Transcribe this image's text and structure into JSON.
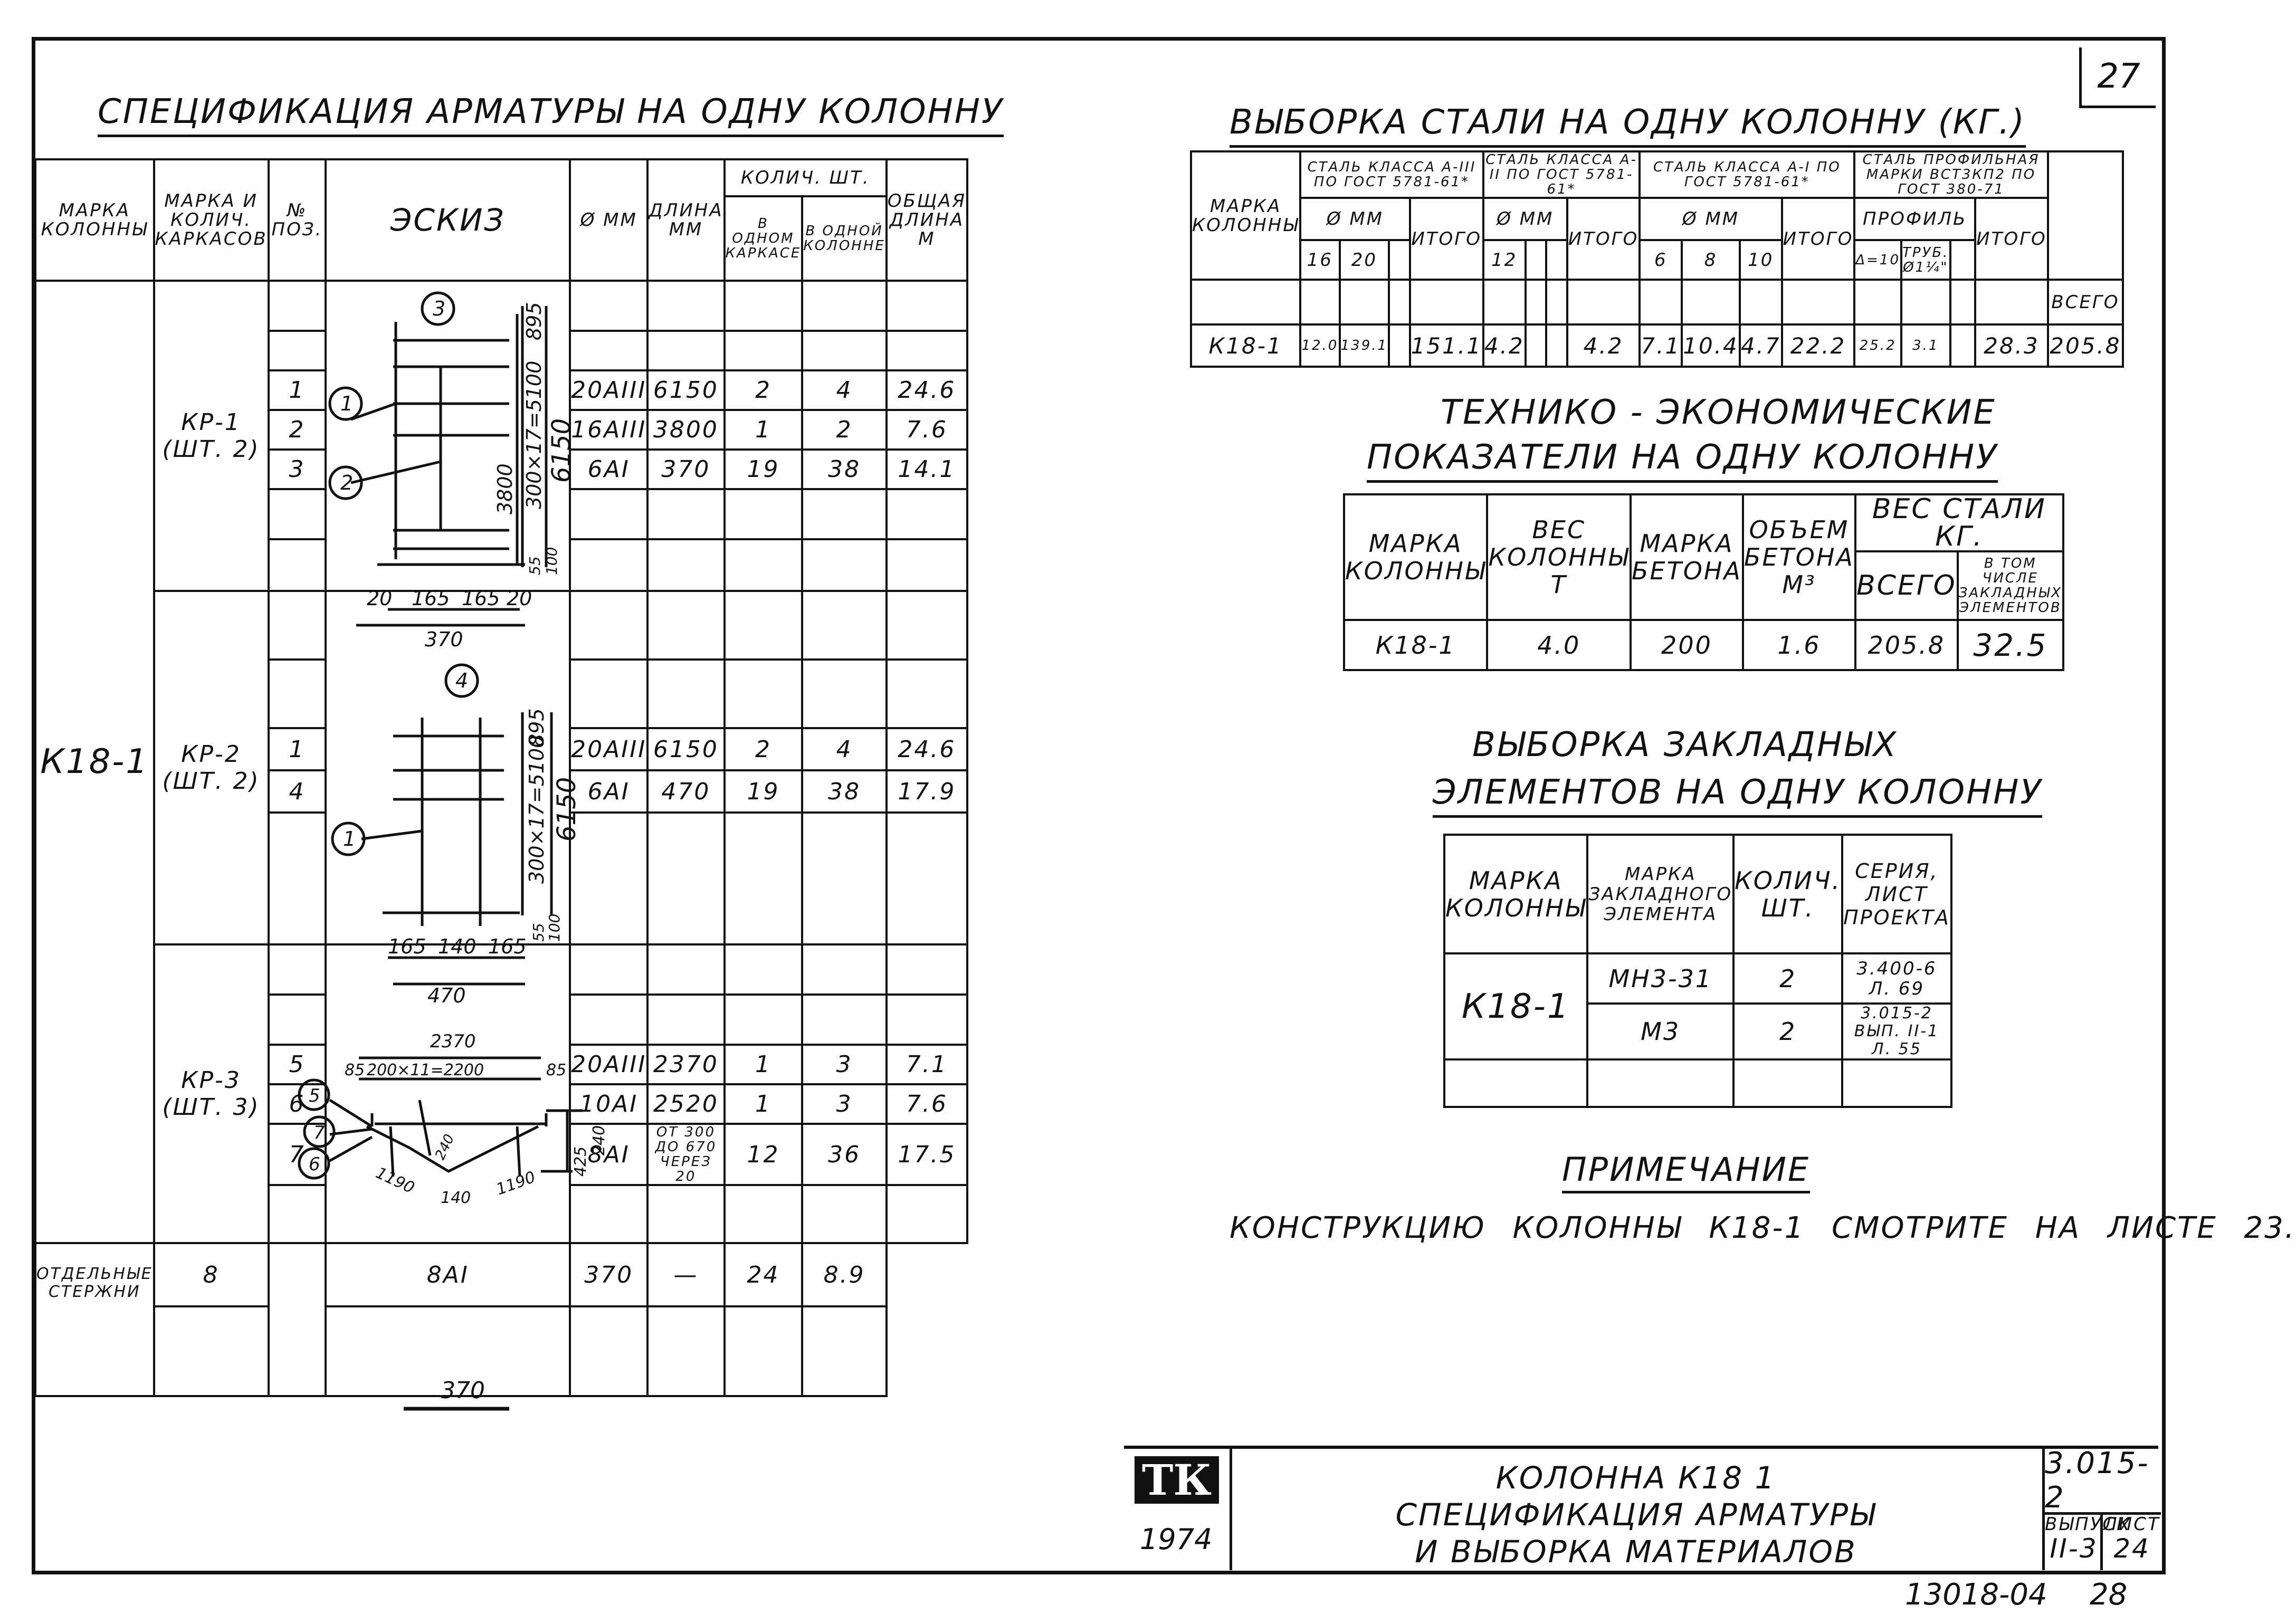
{
  "sheet_number": "27",
  "spec": {
    "title": "Спецификация арматуры на одну колонну",
    "headers": {
      "col_mark": "Марка колонны",
      "frame_mark": "Марка и колич. каркасов",
      "pos": "№ поз.",
      "sketch": "Эскиз",
      "dia": "ø мм",
      "length": "Длина мм",
      "qty": "Колич. шт.",
      "qty_frame": "в одном каркасе",
      "qty_col": "в одной колонне",
      "total": "Общая длина м"
    },
    "column_mark": "К18-1",
    "groups": [
      {
        "frame": "Кр-1",
        "count": "(шт. 2)",
        "rows": [
          {
            "pos": "1",
            "dia": "20АIII",
            "len": "6150",
            "q1": "2",
            "q2": "4",
            "tot": "24.6"
          },
          {
            "pos": "2",
            "dia": "16АIII",
            "len": "3800",
            "q1": "1",
            "q2": "2",
            "tot": "7.6"
          },
          {
            "pos": "3",
            "dia": "6АI",
            "len": "370",
            "q1": "19",
            "q2": "38",
            "tot": "14.1"
          }
        ]
      },
      {
        "frame": "Кр-2",
        "count": "(шт. 2)",
        "rows": [
          {
            "pos": "1",
            "dia": "20АIII",
            "len": "6150",
            "q1": "2",
            "q2": "4",
            "tot": "24.6"
          },
          {
            "pos": "4",
            "dia": "6АI",
            "len": "470",
            "q1": "19",
            "q2": "38",
            "tot": "17.9"
          }
        ]
      },
      {
        "frame": "Кр-3",
        "count": "(шт. 3)",
        "rows": [
          {
            "pos": "5",
            "dia": "20АIII",
            "len": "2370",
            "q1": "1",
            "q2": "3",
            "tot": "7.1"
          },
          {
            "pos": "6",
            "dia": "10АI",
            "len": "2520",
            "q1": "1",
            "q2": "3",
            "tot": "7.6"
          },
          {
            "pos": "7",
            "dia": "8АI",
            "len": "от 300 до 670 через 20",
            "q1": "12",
            "q2": "36",
            "tot": "17.5"
          }
        ]
      },
      {
        "frame": "Отдельные стержни",
        "count": "",
        "rows": [
          {
            "pos": "8",
            "dia": "8АI",
            "len": "370",
            "q1": "—",
            "q2": "24",
            "tot": "8.9"
          }
        ]
      }
    ],
    "sketch_labels": {
      "kr1": {
        "top": "895",
        "pitch": "300×17=5100",
        "len": "6150",
        "inner": "3800",
        "bot1": "55",
        "bot2": "100",
        "w1": "20",
        "w2": "165",
        "w3": "165",
        "w4": "20",
        "wt": "370",
        "p1": "1",
        "p2": "2",
        "p3": "3"
      },
      "kr2": {
        "top": "895",
        "pitch": "300×17=5100",
        "len": "6150",
        "bot1": "55",
        "bot2": "100",
        "w1": "165",
        "w2": "140",
        "w3": "165",
        "wt": "470",
        "p1": "1",
        "p4": "4"
      },
      "kr3": {
        "total": "2370",
        "left": "85",
        "pitch": "200×11=2200",
        "right": "85",
        "h1": "240",
        "h2": "425",
        "mid": "240",
        "s1": "1190",
        "s2": "140",
        "s3": "1190",
        "p5": "5",
        "p6": "6",
        "p7": "7"
      },
      "rod": "370"
    }
  },
  "steel": {
    "title": "Выборка стали на одну колонну (кг.)",
    "headers": {
      "mark": "Марка колонны",
      "a3": "Сталь класса А-III по ГОСТ 5781-61*",
      "a2": "Сталь класса А-II по ГОСТ 5781-61*",
      "a1": "Сталь класса А-I по ГОСТ 5781-61*",
      "prof": "Сталь профильная марки ВСт3кп2 по ГОСТ 380-71",
      "dia": "ø мм",
      "prof_sub": "Профиль",
      "itogo": "Итого",
      "vsego": "Всего",
      "d16": "16",
      "d20": "20",
      "d12": "12",
      "d6": "6",
      "d8": "8",
      "d10": "10",
      "s10": "δ=10",
      "pipe": "Труб. ø1¼\""
    },
    "row": {
      "mark": "К18-1",
      "a3_16": "12.0",
      "a3_20": "139.1",
      "a3_tot": "151.1",
      "a2_12": "4.2",
      "a2_tot": "4.2",
      "a1_6": "7.1",
      "a1_8": "10.4",
      "a1_10": "4.7",
      "a1_tot": "22.2",
      "p1": "25.2",
      "p2": "3.1",
      "p_tot": "28.3",
      "all": "205.8"
    }
  },
  "tek": {
    "title_1": "Технико - экономические",
    "title_2": "показатели на одну колонну",
    "headers": {
      "mark": "Марка колонны",
      "weight": "Вес колонны т",
      "concrete": "Марка бетона",
      "volume": "Объем бетона м³",
      "steel": "Вес стали кг.",
      "all": "Всего",
      "incl": "В том числе закладных элементов"
    },
    "row": {
      "mark": "К18-1",
      "weight": "4.0",
      "concrete": "200",
      "volume": "1.6",
      "all": "205.8",
      "incl": "32.5"
    }
  },
  "zak": {
    "title_1": "Выборка закладных",
    "title_2": "элементов на одну колонну",
    "headers": {
      "mark": "Марка колонны",
      "el": "Марка закладного элемента",
      "qty": "Колич. шт.",
      "series": "Серия, лист проекта"
    },
    "mark": "К18-1",
    "rows": [
      {
        "el": "МН3-31",
        "qty": "2",
        "series": "3.400-6 л. 69"
      },
      {
        "el": "М3",
        "qty": "2",
        "series": "3.015-2 вып. II-1 л. 55"
      }
    ]
  },
  "note": {
    "title": "Примечание",
    "text": "Конструкцию колонны К18-1 смотрите на листе 23."
  },
  "stamp": {
    "logo": "ТК",
    "year": "1974",
    "title_1": "Колонна К18 1",
    "title_2": "Спецификация арматуры",
    "title_3": "и выборка материалов",
    "code": "3.015-2",
    "issue_label": "Выпуск",
    "issue": "II-3",
    "sheet_label": "Лист",
    "sheet": "24"
  },
  "footer": {
    "order": "13018-04",
    "page": "28"
  }
}
